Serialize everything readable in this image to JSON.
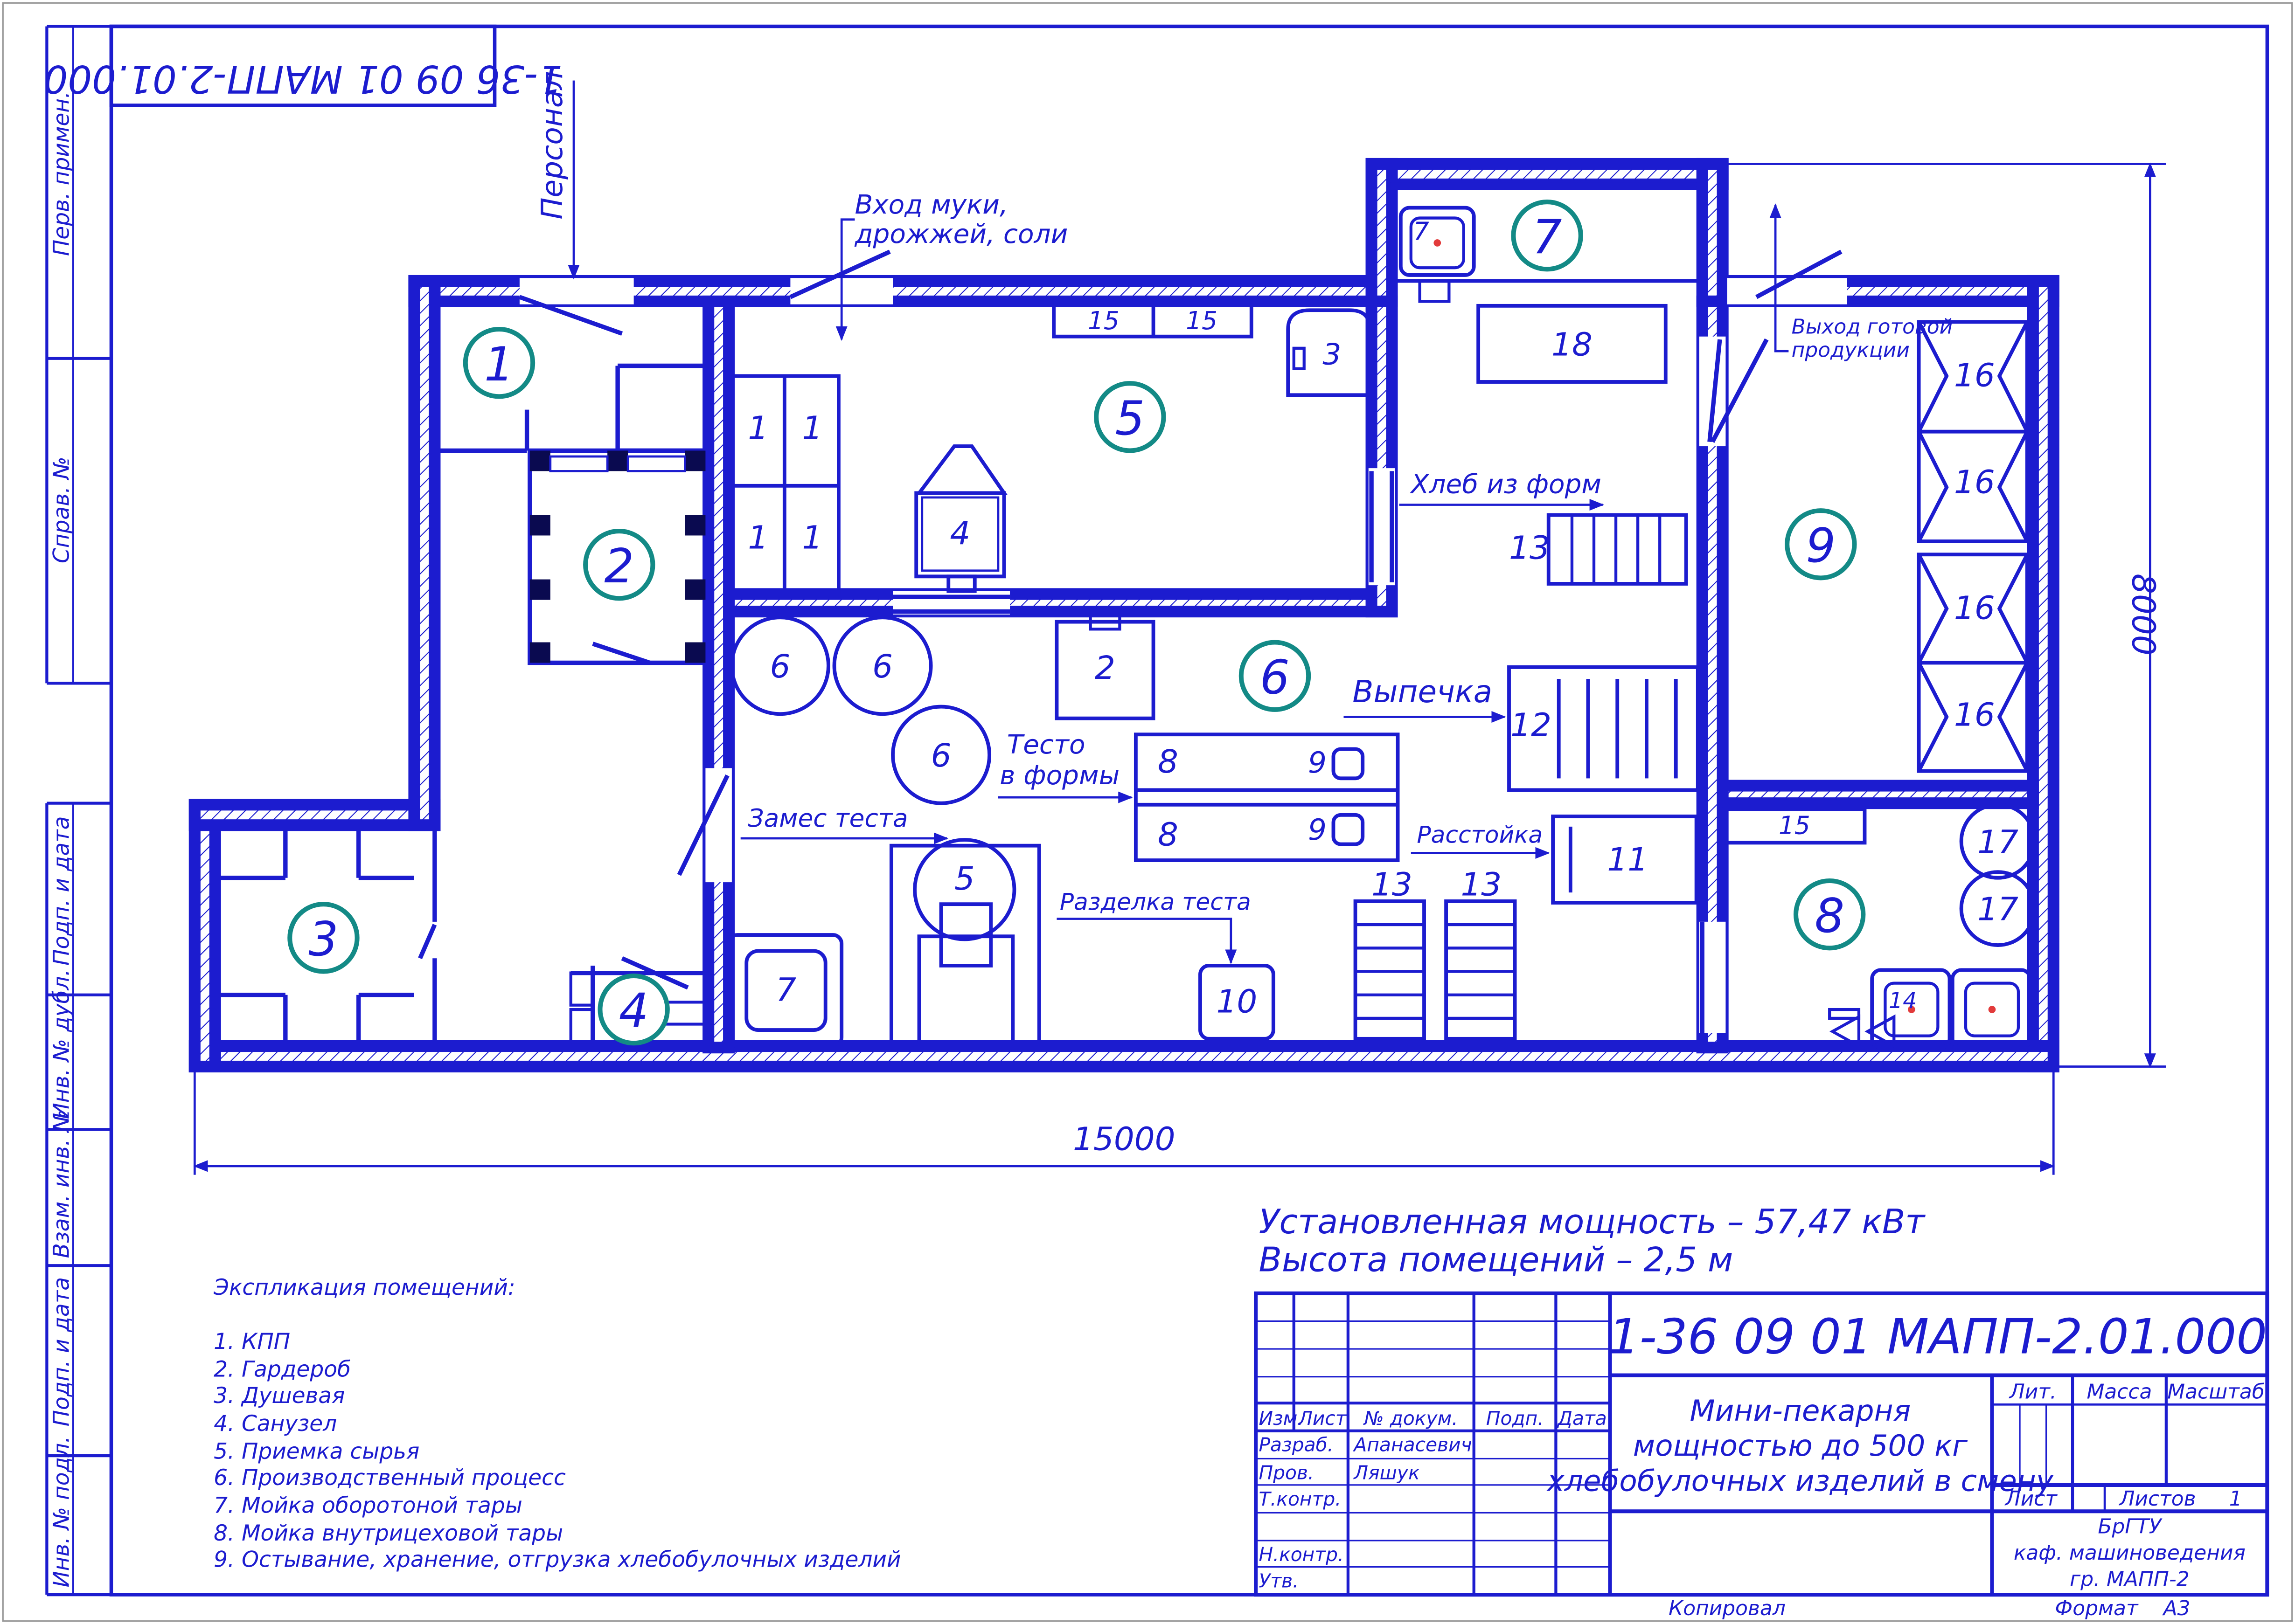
{
  "doc_code_top": "1-36 09 01 МАПП-2.01.000",
  "side_labels": {
    "perv_primen": "Перв. примен.",
    "sprav": "Справ. №",
    "podp_data_1": "Подп. и дата",
    "inv_dubl": "Инв. № дубл.",
    "vzam_inv": "Взам. инв. №",
    "podp_data_2": "Подп. и дата",
    "inv_podl": "Инв. № подл."
  },
  "annotations": {
    "personal": "Персонал",
    "vhod_muki_1": "Вход муки,",
    "vhod_muki_2": "дрожжей, соли",
    "vyhod_1": "Выход готовой",
    "vyhod_2": "продукции",
    "hleb_iz_form": "Хлеб из форм",
    "vypechka": "Выпечка",
    "testo_1": "Тесто",
    "testo_2": "в формы",
    "zames": "Замес теста",
    "rasstoika": "Расстойка",
    "razdelka": "Разделка теста"
  },
  "rooms": [
    "1",
    "2",
    "3",
    "4",
    "5",
    "6",
    "7",
    "8",
    "9"
  ],
  "equipment": {
    "e1": "1",
    "e2": "2",
    "e3": "3",
    "e4": "4",
    "e5": "5",
    "e6": "6",
    "e7": "7",
    "e8": "8",
    "e9": "9",
    "e10": "10",
    "e11": "11",
    "e12": "12",
    "e13": "13",
    "e14": "14",
    "e15": "15",
    "e16": "16",
    "e17": "17",
    "e18": "18"
  },
  "dimensions": {
    "width": "15000",
    "height": "8000"
  },
  "specs": {
    "power": "Установленная мощность – 57,47 кВт",
    "height": "Высота помещений – 2,5 м"
  },
  "explication": {
    "title": "Экспликация помещений:",
    "items": [
      "1. КПП",
      "2. Гардероб",
      "3. Душевая",
      "4. Санузел",
      "5. Приемка сырья",
      "6. Производственный процесс",
      "7. Мойка оборотоной тары",
      "8. Мойка внутрицеховой тары",
      "9. Остывание, хранение, отгрузка хлебобулочных изделий"
    ]
  },
  "title_block": {
    "code": "1-36 09 01 МАПП-2.01.000",
    "name_1": "Мини-пекарня",
    "name_2": "мощностью до 500 кг",
    "name_3": "хлебобулочных изделий в смену",
    "hdr_izm": "Изм.",
    "hdr_list": "Лист",
    "hdr_dokum": "№ докум.",
    "hdr_podp": "Подп.",
    "hdr_data": "Дата",
    "razrab_label": "Разраб.",
    "razrab_name": "Апанасевич",
    "prov_label": "Пров.",
    "prov_name": "Ляшук",
    "tkontr_label": "Т.контр.",
    "nkontr_label": "Н.контр.",
    "utv_label": "Утв.",
    "lit": "Лит.",
    "massa": "Масса",
    "masshtab": "Масштаб",
    "list_lbl": "Лист",
    "listov_lbl": "Листов",
    "listov_val": "1",
    "org_1": "БрГТУ",
    "org_2": "каф. машиноведения",
    "org_3": "гр. МАПП-2",
    "kopiroval": "Копировал",
    "format_lbl": "Формат",
    "format_val": "А3"
  }
}
